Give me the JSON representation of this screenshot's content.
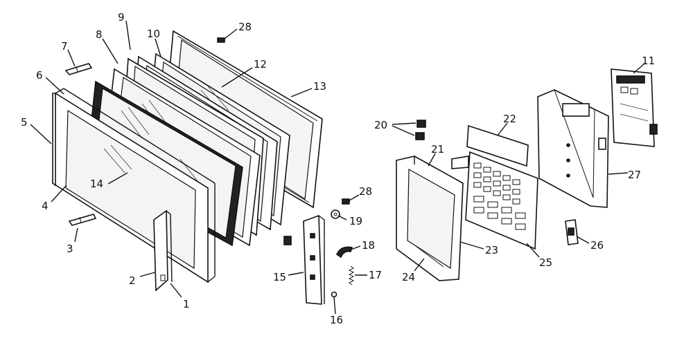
{
  "labels": {
    "l1": "1",
    "l2": "2",
    "l3": "3",
    "l4": "4",
    "l5": "5",
    "l6": "6",
    "l7": "7",
    "l8": "8",
    "l9": "9",
    "l10": "10",
    "l11": "11",
    "l12": "12",
    "l13": "13",
    "l14": "14",
    "l15": "15",
    "l16": "16",
    "l17": "17",
    "l18": "18",
    "l19": "19",
    "l20": "20",
    "l21": "21",
    "l22": "22",
    "l23": "23",
    "l24": "24",
    "l25": "25",
    "l26": "26",
    "l27": "27",
    "l28a": "28",
    "l28b": "28"
  }
}
